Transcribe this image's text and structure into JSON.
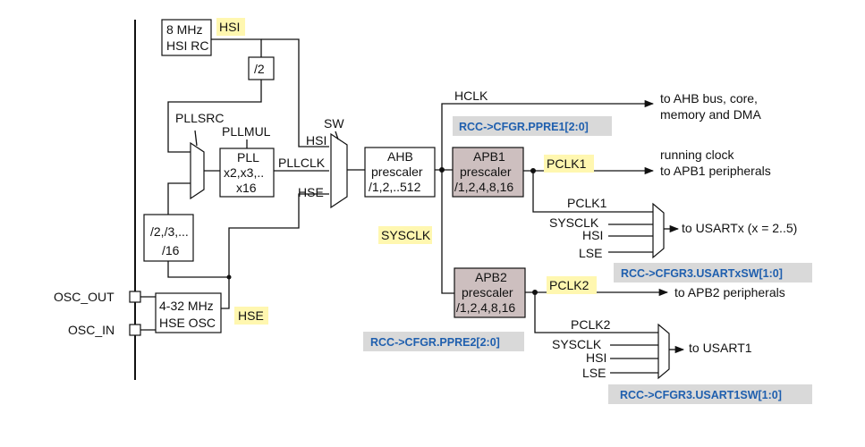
{
  "highlight_color": "#fff7b0",
  "register_color": "#1f5fae",
  "apb_box_color": "#cdbfbf",
  "sources": {
    "hsi_rc": [
      "8 MHz",
      "HSI RC"
    ],
    "hsi_tag": "HSI",
    "div2": "/2",
    "pll_src": "PLLSRC",
    "pll_mul": "PLLMUL",
    "pll": [
      "PLL",
      "x2,x3,..",
      "x16"
    ],
    "pre_div": [
      "/2,/3,...",
      "/16"
    ],
    "hse_osc": [
      "4-32 MHz",
      "HSE OSC"
    ],
    "hse_tag": "HSE",
    "osc_out": "OSC_OUT",
    "osc_in": "OSC_IN"
  },
  "sysclk_mux": {
    "sw": "SW",
    "hsi": "HSI",
    "pllclk": "PLLCLK",
    "hse": "HSE",
    "sysclk": "SYSCLK"
  },
  "ahb": [
    "AHB",
    "prescaler",
    "/1,2,..512"
  ],
  "hclk": {
    "label": "HCLK",
    "dest": [
      "to AHB bus, core,",
      "memory and DMA"
    ]
  },
  "apb1": {
    "box": [
      "APB1",
      "prescaler",
      "/1,2,4,8,16"
    ],
    "pclk": "PCLK1",
    "dest": [
      "running clock",
      "to APB1 peripherals"
    ],
    "reg": "RCC->CFGR.PPRE1[2:0]",
    "usart_mux": {
      "inputs": [
        "PCLK1",
        "SYSCLK",
        "HSI",
        "LSE"
      ],
      "dest": "to USARTx (x = 2..5)",
      "reg": "RCC->CFGR3.USARTxSW[1:0]"
    }
  },
  "apb2": {
    "box": [
      "APB2",
      "prescaler",
      "/1,2,4,8,16"
    ],
    "pclk": "PCLK2",
    "dest": "to APB2 peripherals",
    "reg": "RCC->CFGR.PPRE2[2:0]",
    "usart_mux": {
      "inputs": [
        "PCLK2",
        "SYSCLK",
        "HSI",
        "LSE"
      ],
      "dest": "to USART1",
      "reg": "RCC->CFGR3.USART1SW[1:0]"
    }
  }
}
